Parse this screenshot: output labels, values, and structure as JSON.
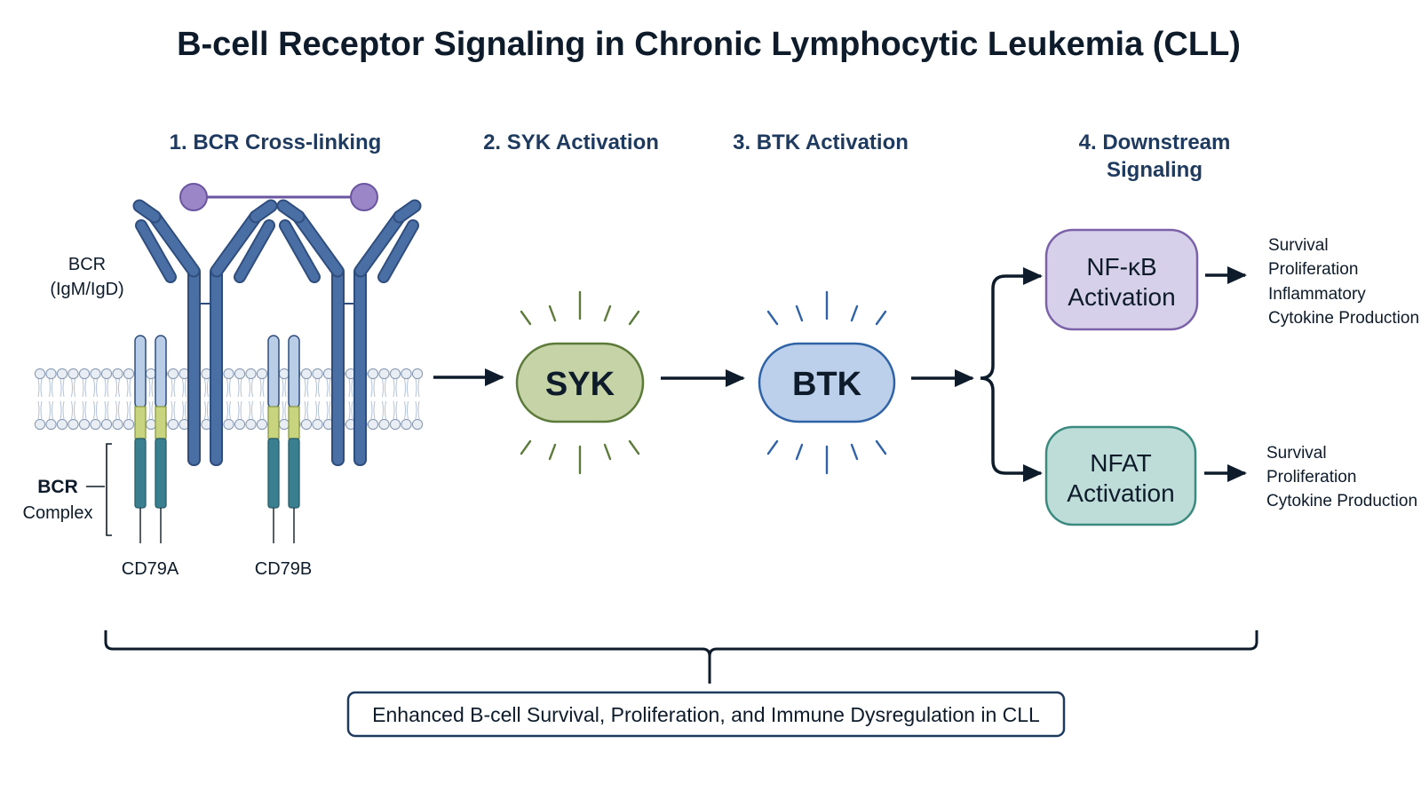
{
  "title": "B-cell Receptor Signaling in Chronic Lymphocytic Leukemia (CLL)",
  "steps": [
    {
      "label": "1. BCR Cross-linking"
    },
    {
      "label": "2. SYK Activation"
    },
    {
      "label": "3. BTK Activation"
    },
    {
      "label_line1": "4. Downstream",
      "label_line2": "Signaling"
    }
  ],
  "bcr_label": {
    "line1": "BCR",
    "line2": "(IgM/IgD)"
  },
  "bcr_complex": {
    "line1": "BCR",
    "line2": "Complex"
  },
  "cd79a": "CD79A",
  "cd79b": "CD79B",
  "syk": "SYK",
  "btk": "BTK",
  "nfkb": {
    "line1": "NF-κB",
    "line2": "Activation"
  },
  "nfat": {
    "line1": "NFAT",
    "line2": "Activation"
  },
  "nfkb_outcomes": [
    "Survival",
    "Proliferation",
    "Inflammatory",
    "Cytokine Production"
  ],
  "nfat_outcomes": [
    "Survival",
    "Proliferation",
    "Cytokine Production"
  ],
  "bottom_box": "Enhanced B-cell Survival, Proliferation, and Immune Dysregulation in CLL",
  "colors": {
    "antibody": "#4a6fa5",
    "antibody_stroke": "#2f4e7e",
    "antigen": "#9b86c7",
    "cd79_light": "#b9cde6",
    "cd79_yellow": "#c8d47e",
    "cd79_teal": "#3a7f8f",
    "syk_fill": "#c5d3a6",
    "syk_stroke": "#5c7a3a",
    "btk_fill": "#bcd0ec",
    "btk_stroke": "#2f63a6",
    "nfkb_fill": "#d7d0ea",
    "nfkb_stroke": "#7b62a8",
    "nfat_fill": "#bfddd8",
    "nfat_stroke": "#3a8a7f",
    "dark": "#0d1b2a",
    "membrane": "#b4c2d6"
  }
}
